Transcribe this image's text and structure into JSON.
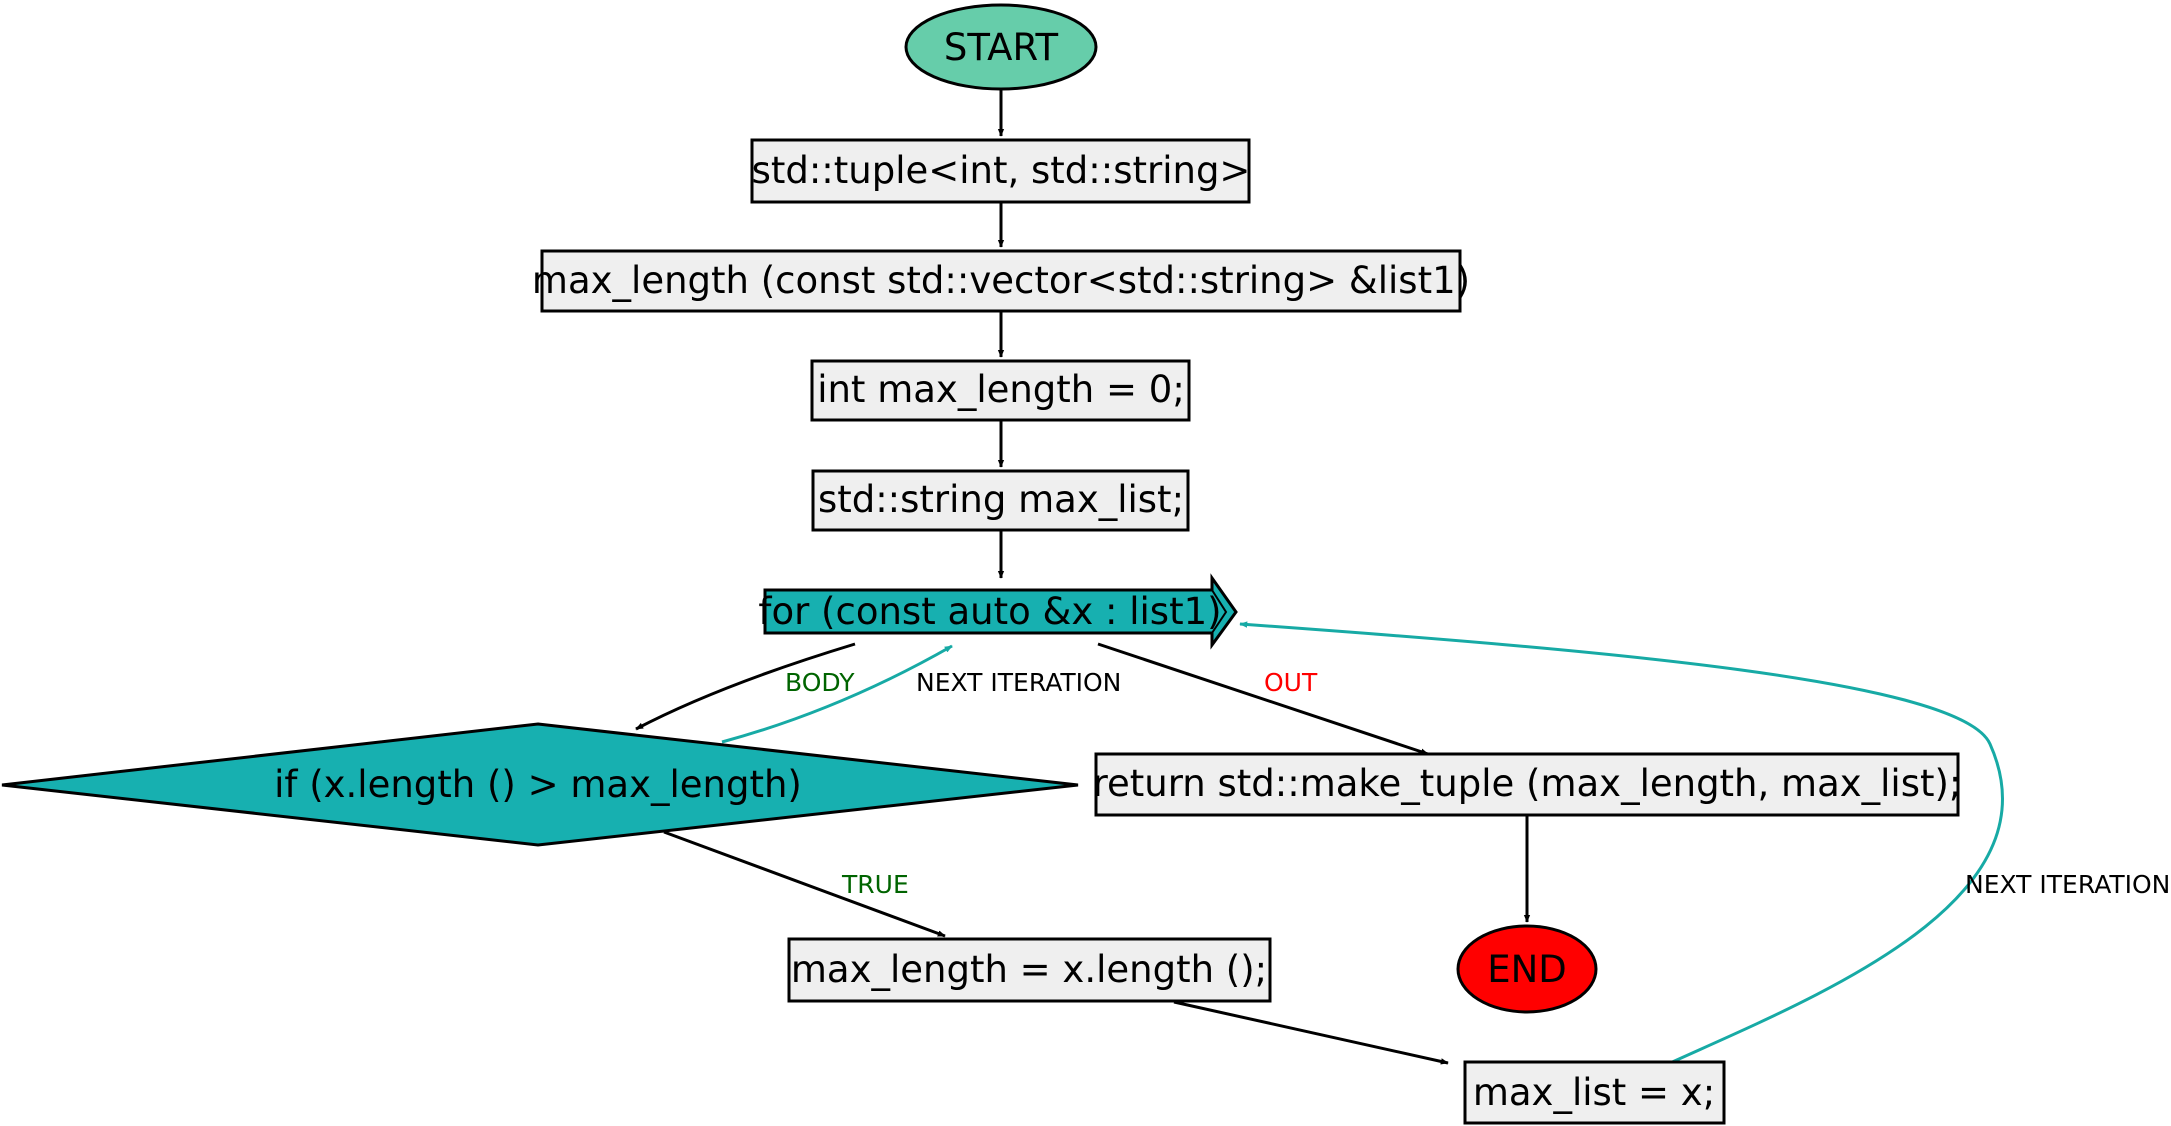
{
  "nodes": {
    "start": "START",
    "tuple_type": "std::tuple<int, std::string>",
    "func_sig": "max_length (const std::vector<std::string> &list1)",
    "init_max_length": "int max_length = 0;",
    "decl_max_list": "std::string max_list;",
    "for_loop": "for (const auto &x : list1)",
    "if_cond": "if (x.length () > max_length)",
    "return_stmt": "return std::make_tuple (max_length, max_list);",
    "assign_length": "max_length = x.length ();",
    "assign_list": "max_list = x;",
    "end": "END"
  },
  "edge_labels": {
    "body": "BODY",
    "next_iteration_if": "NEXT ITERATION",
    "out": "OUT",
    "true": "TRUE",
    "next_iteration_list": "NEXT ITERATION"
  },
  "colors": {
    "start_fill": "#66cdaa",
    "end_fill": "#ff0000",
    "statement_fill": "#efefef",
    "loop_fill": "#17b0b0",
    "loop_edge": "#17aaa5",
    "label_green": "#006400",
    "label_red": "#ff0000",
    "label_black": "#000000",
    "stroke": "#000000"
  }
}
